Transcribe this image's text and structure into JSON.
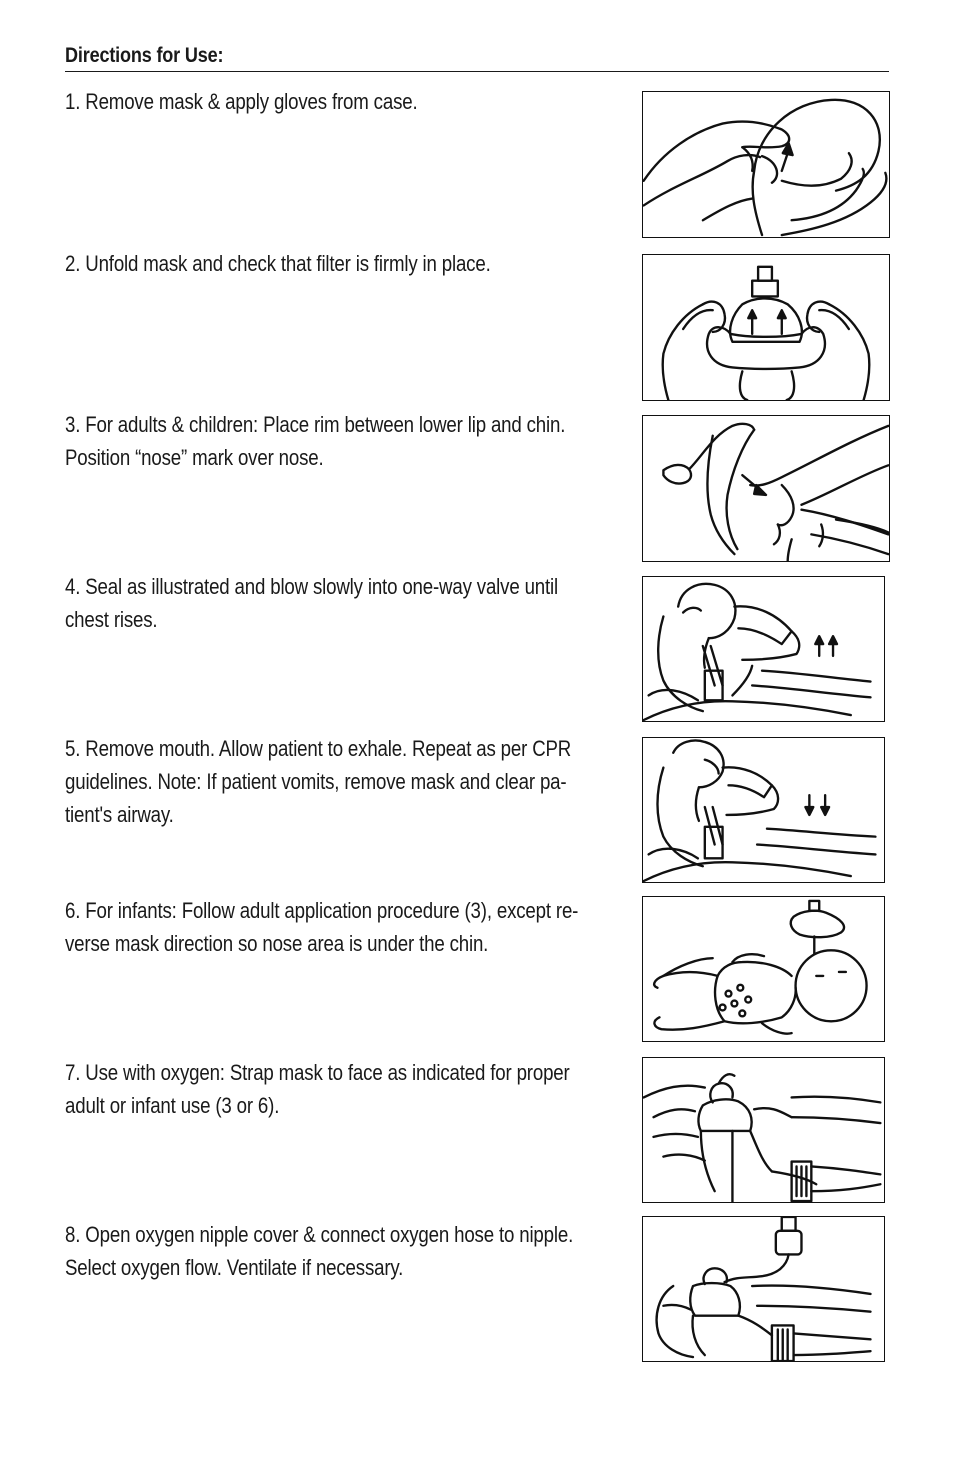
{
  "heading": "Directions for Use:",
  "steps": [
    {
      "text": "1. Remove mask & apply gloves from case.",
      "illustration": "hands-removing-mask-illustration"
    },
    {
      "text": "2. Unfold mask and check that filter is firmly in place.",
      "illustration": "unfolding-mask-illustration"
    },
    {
      "text": "3. For adults & children: Place rim between lower lip and chin.\nPosition “nose” mark over nose.",
      "illustration": "placing-mask-on-face-illustration"
    },
    {
      "text": "4. Seal as illustrated and blow slowly into one-way valve until\nchest rises.",
      "illustration": "rescuer-blowing-chest-rises-illustration"
    },
    {
      "text": "5. Remove mouth. Allow patient to exhale. Repeat as per CPR\nguidelines. Note: If patient vomits, remove mask and clear pa-\ntient's airway.",
      "illustration": "patient-exhaling-chest-falls-illustration"
    },
    {
      "text": "6. For infants: Follow adult application procedure (3), except re-\nverse mask direction so nose area is under the chin.",
      "illustration": "infant-mask-illustration"
    },
    {
      "text": "7. Use with oxygen: Strap mask to face as indicated for proper\nadult or infant use (3 or 6).",
      "illustration": "strapping-mask-illustration"
    },
    {
      "text": "8. Open oxygen nipple cover & connect oxygen hose to nipple.\nSelect oxygen flow. Ventilate if necessary.",
      "illustration": "oxygen-hose-connected-illustration"
    }
  ]
}
